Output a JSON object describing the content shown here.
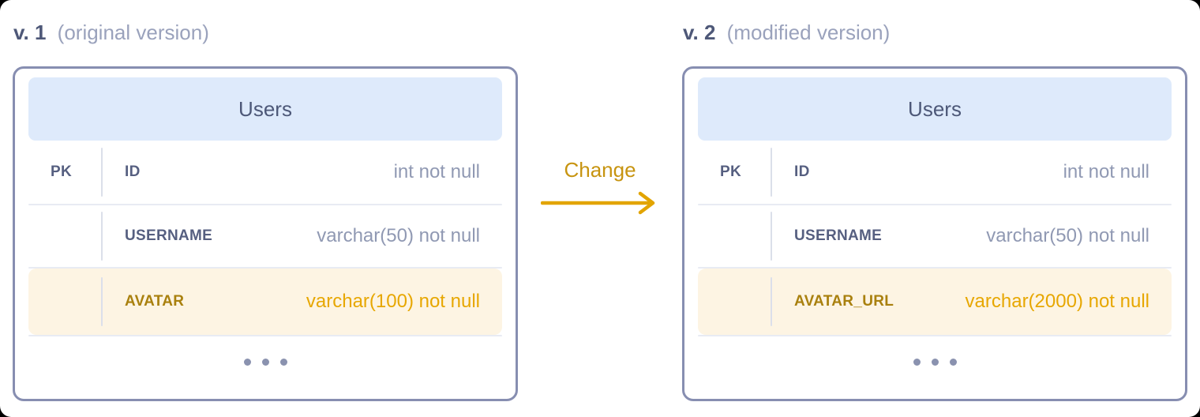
{
  "versions": [
    {
      "version_label": "v. 1",
      "version_note": "(original version)",
      "table": {
        "title": "Users",
        "rows": [
          {
            "key": "PK",
            "name": "ID",
            "type": "int not null",
            "highlighted": false
          },
          {
            "key": "",
            "name": "USERNAME",
            "type": "varchar(50) not null",
            "highlighted": false
          },
          {
            "key": "",
            "name": "AVATAR",
            "type": "varchar(100) not null",
            "highlighted": true
          }
        ],
        "more_rows_indicator": "ellipsis-icon"
      }
    },
    {
      "version_label": "v. 2",
      "version_note": "(modified version)",
      "table": {
        "title": "Users",
        "rows": [
          {
            "key": "PK",
            "name": "ID",
            "type": "int not null",
            "highlighted": false
          },
          {
            "key": "",
            "name": "USERNAME",
            "type": "varchar(50) not null",
            "highlighted": false
          },
          {
            "key": "",
            "name": "AVATAR_URL",
            "type": "varchar(2000) not null",
            "highlighted": true
          }
        ],
        "more_rows_indicator": "ellipsis-icon"
      }
    }
  ],
  "change": {
    "label": "Change",
    "arrow_icon": "arrow-right-icon"
  },
  "colors": {
    "card_border": "#878EB1",
    "table_header_bg": "#DEEAFB",
    "heading_text": "#4D5878",
    "muted_text": "#9AA2BC",
    "label_text": "#565F80",
    "type_text": "#9099B3",
    "row_separator": "#E8EBF3",
    "highlight_bg": "#FDF4E3",
    "highlight_name_text": "#A9800E",
    "highlight_type_text": "#E7A702",
    "change_text": "#C79410",
    "arrow_gold": "#E2A400",
    "ellipsis_dots": "#8A92AF"
  }
}
